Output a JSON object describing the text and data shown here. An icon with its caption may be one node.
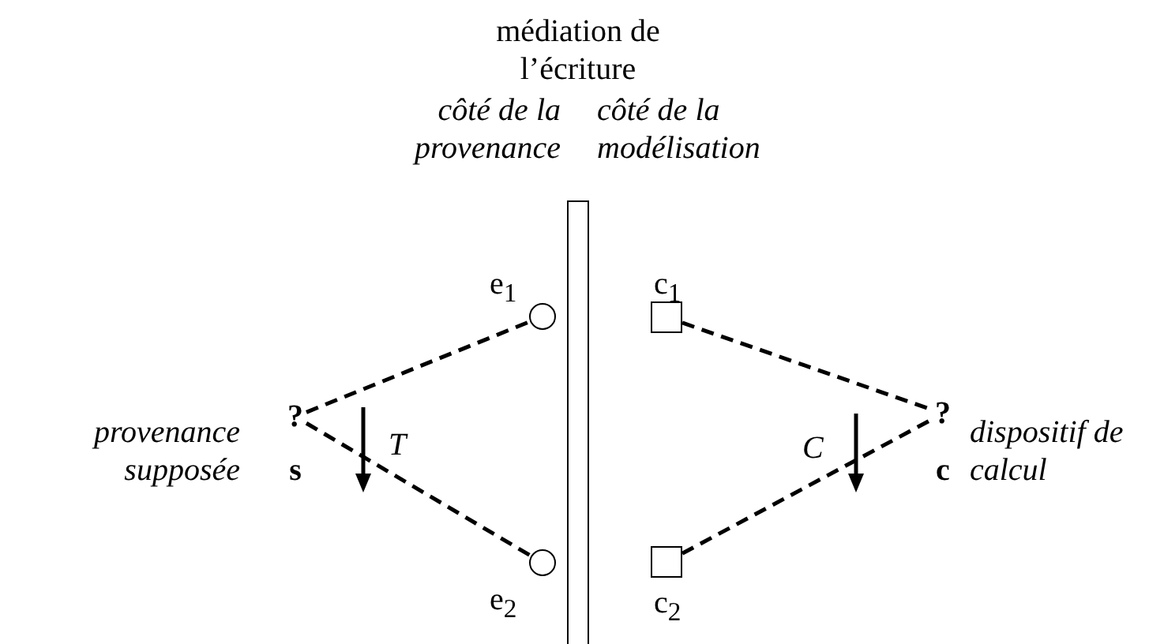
{
  "diagram": {
    "nodes": [
      {
        "text": [],
        "shape": "bar"
      },
      {
        "text": [
          "?"
        ],
        "beside": [
          "provenance supposée",
          "**s**"
        ]
      },
      {
        "text": [],
        "shape": "circle",
        "beside": [
          "e$_{1}$"
        ]
      },
      {
        "text": [],
        "shape": "circle",
        "beside": [
          "e$_{2}$"
        ]
      },
      {
        "text": [],
        "shape": "box",
        "beside": [
          "c$_{1}$"
        ]
      },
      {
        "text": [],
        "shape": "box",
        "beside": [
          "c$_{2}$"
        ]
      },
      {
        "text": [
          "?"
        ],
        "beside": [
          "dispositif de calcul",
          "**c**"
        ]
      }
    ],
    "edges": [
      {
        "from": 1,
        "to": 2,
        "arrow": "none",
        "style": "dashed"
      },
      {
        "from": 1,
        "to": 3,
        "arrow": "none",
        "style": "dashed"
      },
      {
        "from": 4,
        "to": 6,
        "arrow": "none",
        "style": "dashed"
      },
      {
        "from": 5,
        "to": 6,
        "arrow": "none",
        "style": "dashed"
      }
    ],
    "labels": [
      "médiation de l’écriture",
      "côté de la provenance",
      "côté de la modélisation",
      "T",
      "C"
    ]
  }
}
